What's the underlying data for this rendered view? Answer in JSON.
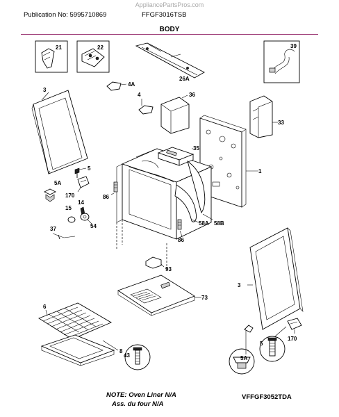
{
  "header": {
    "watermark": "AppliancePartsPros.com",
    "publication": "Publication No: 5995710869",
    "model": "FFGF3016TSB",
    "section_title": "BODY"
  },
  "parts": {
    "p21": "21",
    "p22": "22",
    "p39": "39",
    "p26a": "26A",
    "p3_top": "3",
    "p4a": "4A",
    "p4": "4",
    "p36": "36",
    "p33": "33",
    "p35": "35",
    "p5": "5",
    "p1": "1",
    "p5a": "5A",
    "p86a": "86",
    "p170": "170",
    "p14": "14",
    "p15": "15",
    "p54": "54",
    "p58a": "58A",
    "p58b": "58B",
    "p37": "37",
    "p86b": "86",
    "p93": "93",
    "p3_bottom": "3",
    "p73": "73",
    "p6": "6",
    "p8": "8",
    "p43": "43",
    "p5_detail": "5",
    "p5a_detail": "5A",
    "p170_detail": "170"
  },
  "footer": {
    "note_line1": "NOTE: Oven Liner N/A",
    "note_line2": "Ass. du four N/A",
    "doc_id": "VFFGF3052TDA"
  }
}
